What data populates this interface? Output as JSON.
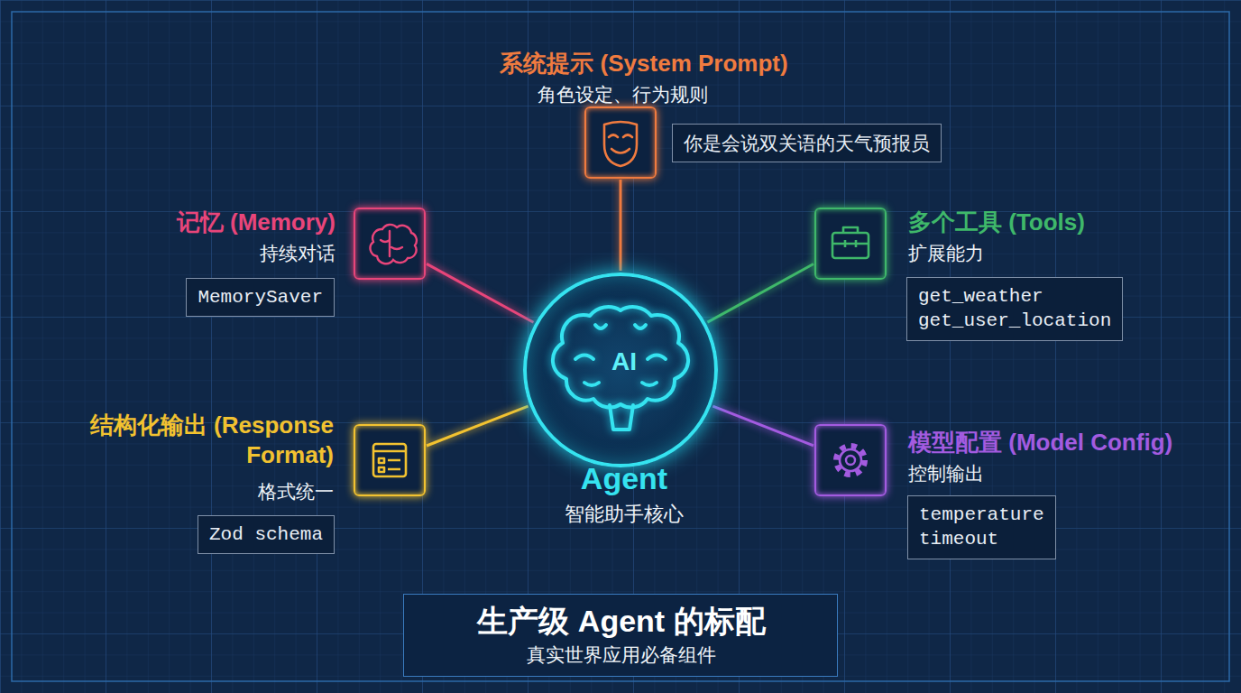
{
  "diagram": {
    "nodes": [
      {
        "text": [
          "系统提示 (System Prompt)",
          "角色设定、行为规则"
        ]
      },
      {
        "text": [
          "你是会说双关语的天气预报员"
        ]
      },
      {
        "text": [
          "记忆 (Memory)",
          "持续对话"
        ]
      },
      {
        "text": [
          "MemorySaver"
        ]
      },
      {
        "text": [
          "多个工具 (Tools)",
          "扩展能力"
        ]
      },
      {
        "text": [
          "get_weather get_user_location"
        ]
      },
      {
        "text": [
          "AI",
          "Agent",
          "智能助手核心"
        ]
      },
      {
        "text": [
          "结构化输出 (Response Format)",
          "格式统一"
        ]
      },
      {
        "text": [
          "Zod schema"
        ]
      },
      {
        "text": [
          "模型配置 (Model Config)",
          "控制输出"
        ]
      },
      {
        "text": [
          "temperature timeout"
        ]
      },
      {
        "text": [
          "生产级 Agent 的标配",
          "真实世界应用必备组件"
        ]
      }
    ],
    "edges": [
      {
        "from": 6,
        "to": 0,
        "arrow": "none"
      },
      {
        "from": 6,
        "to": 2,
        "arrow": "none"
      },
      {
        "from": 6,
        "to": 4,
        "arrow": "none"
      },
      {
        "from": 6,
        "to": 7,
        "arrow": "none"
      },
      {
        "from": 6,
        "to": 9,
        "arrow": "none"
      }
    ]
  }
}
